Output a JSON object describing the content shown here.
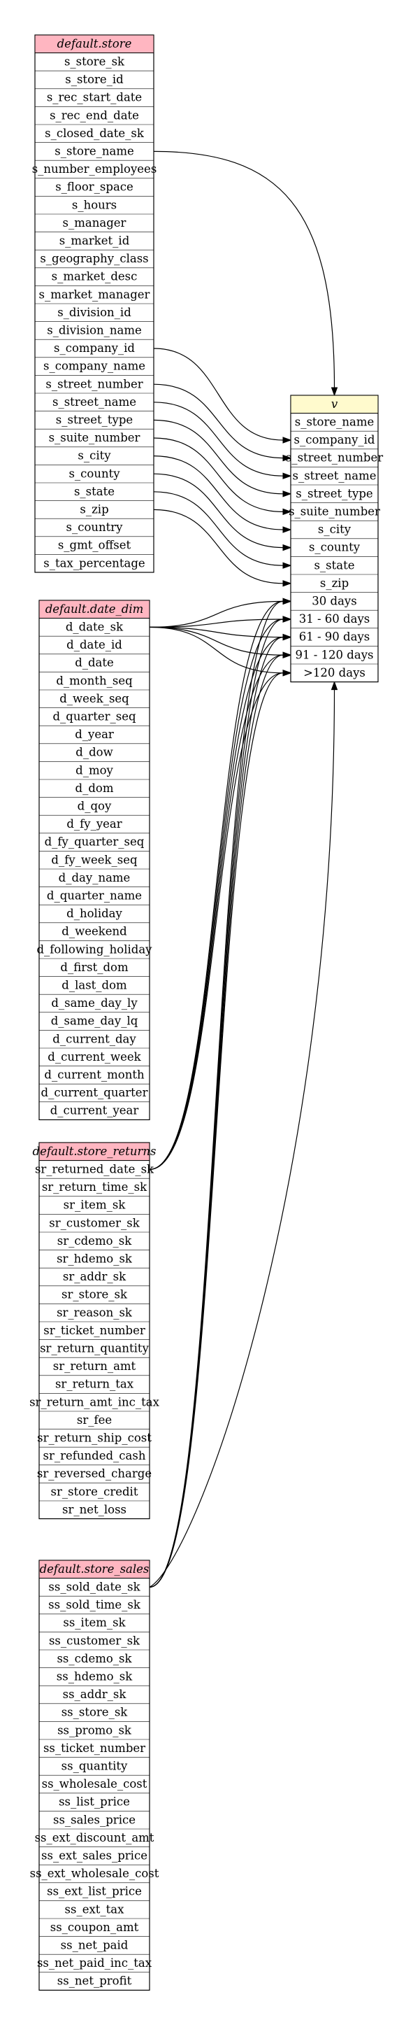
{
  "tables": [
    {
      "id": "store",
      "title": "default.store",
      "fields": [
        "s_store_sk",
        "s_store_id",
        "s_rec_start_date",
        "s_rec_end_date",
        "s_closed_date_sk",
        "s_store_name",
        "s_number_employees",
        "s_floor_space",
        "s_hours",
        "s_manager",
        "s_market_id",
        "s_geography_class",
        "s_market_desc",
        "s_market_manager",
        "s_division_id",
        "s_division_name",
        "s_company_id",
        "s_company_name",
        "s_street_number",
        "s_street_name",
        "s_street_type",
        "s_suite_number",
        "s_city",
        "s_county",
        "s_state",
        "s_zip",
        "s_country",
        "s_gmt_offset",
        "s_tax_percentage"
      ]
    },
    {
      "id": "date_dim",
      "title": "default.date_dim",
      "fields": [
        "d_date_sk",
        "d_date_id",
        "d_date",
        "d_month_seq",
        "d_week_seq",
        "d_quarter_seq",
        "d_year",
        "d_dow",
        "d_moy",
        "d_dom",
        "d_qoy",
        "d_fy_year",
        "d_fy_quarter_seq",
        "d_fy_week_seq",
        "d_day_name",
        "d_quarter_name",
        "d_holiday",
        "d_weekend",
        "d_following_holiday",
        "d_first_dom",
        "d_last_dom",
        "d_same_day_ly",
        "d_same_day_lq",
        "d_current_day",
        "d_current_week",
        "d_current_month",
        "d_current_quarter",
        "d_current_year"
      ]
    },
    {
      "id": "store_returns",
      "title": "default.store_returns",
      "fields": [
        "sr_returned_date_sk",
        "sr_return_time_sk",
        "sr_item_sk",
        "sr_customer_sk",
        "sr_cdemo_sk",
        "sr_hdemo_sk",
        "sr_addr_sk",
        "sr_store_sk",
        "sr_reason_sk",
        "sr_ticket_number",
        "sr_return_quantity",
        "sr_return_amt",
        "sr_return_tax",
        "sr_return_amt_inc_tax",
        "sr_fee",
        "sr_return_ship_cost",
        "sr_refunded_cash",
        "sr_reversed_charge",
        "sr_store_credit",
        "sr_net_loss"
      ]
    },
    {
      "id": "store_sales",
      "title": "default.store_sales",
      "fields": [
        "ss_sold_date_sk",
        "ss_sold_time_sk",
        "ss_item_sk",
        "ss_customer_sk",
        "ss_cdemo_sk",
        "ss_hdemo_sk",
        "ss_addr_sk",
        "ss_store_sk",
        "ss_promo_sk",
        "ss_ticket_number",
        "ss_quantity",
        "ss_wholesale_cost",
        "ss_list_price",
        "ss_sales_price",
        "ss_ext_discount_amt",
        "ss_ext_sales_price",
        "ss_ext_wholesale_cost",
        "ss_ext_list_price",
        "ss_ext_tax",
        "ss_coupon_amt",
        "ss_net_paid",
        "ss_net_paid_inc_tax",
        "ss_net_profit"
      ]
    },
    {
      "id": "v",
      "title": "v",
      "fields": [
        "s_store_name",
        "s_company_id",
        "s_street_number",
        "s_street_name",
        "s_street_type",
        "s_suite_number",
        "s_city",
        "s_county",
        "s_state",
        "s_zip",
        "30 days",
        "31 - 60 days",
        "61 - 90 days",
        "91 - 120 days",
        ">120 days"
      ]
    }
  ],
  "edges": [
    {
      "from": "store.s_store_name",
      "to": "v"
    },
    {
      "from": "store.s_company_id",
      "to": "v.s_company_id"
    },
    {
      "from": "store.s_street_number",
      "to": "v.s_street_number"
    },
    {
      "from": "store.s_street_name",
      "to": "v.s_street_name"
    },
    {
      "from": "store.s_street_type",
      "to": "v.s_street_type"
    },
    {
      "from": "store.s_suite_number",
      "to": "v.s_suite_number"
    },
    {
      "from": "store.s_city",
      "to": "v.s_city"
    },
    {
      "from": "store.s_county",
      "to": "v.s_county"
    },
    {
      "from": "store.s_state",
      "to": "v.s_state"
    },
    {
      "from": "store.s_zip",
      "to": "v.s_zip"
    },
    {
      "from": "date_dim.d_date_sk",
      "to": "v.30 days"
    },
    {
      "from": "date_dim.d_date_sk",
      "to": "v.31 - 60 days"
    },
    {
      "from": "date_dim.d_date_sk",
      "to": "v.61 - 90 days"
    },
    {
      "from": "date_dim.d_date_sk",
      "to": "v.91 - 120 days"
    },
    {
      "from": "date_dim.d_date_sk",
      "to": "v.>120 days"
    },
    {
      "from": "store_returns.sr_returned_date_sk",
      "to": "v.30 days"
    },
    {
      "from": "store_returns.sr_returned_date_sk",
      "to": "v.31 - 60 days"
    },
    {
      "from": "store_returns.sr_returned_date_sk",
      "to": "v.61 - 90 days"
    },
    {
      "from": "store_returns.sr_returned_date_sk",
      "to": "v.91 - 120 days"
    },
    {
      "from": "store_returns.sr_returned_date_sk",
      "to": "v.>120 days"
    },
    {
      "from": "store_sales.ss_sold_date_sk",
      "to": "v.30 days"
    },
    {
      "from": "store_sales.ss_sold_date_sk",
      "to": "v.31 - 60 days"
    },
    {
      "from": "store_sales.ss_sold_date_sk",
      "to": "v.61 - 90 days"
    },
    {
      "from": "store_sales.ss_sold_date_sk",
      "to": "v.91 - 120 days"
    },
    {
      "from": "store_sales.ss_sold_date_sk",
      "to": "v.>120 days"
    },
    {
      "from": "store_sales.ss_sold_date_sk",
      "to": "v"
    }
  ],
  "colors": {
    "source_header": "#ffb6c1",
    "target_header": "#fffacd",
    "line": "#000000"
  }
}
